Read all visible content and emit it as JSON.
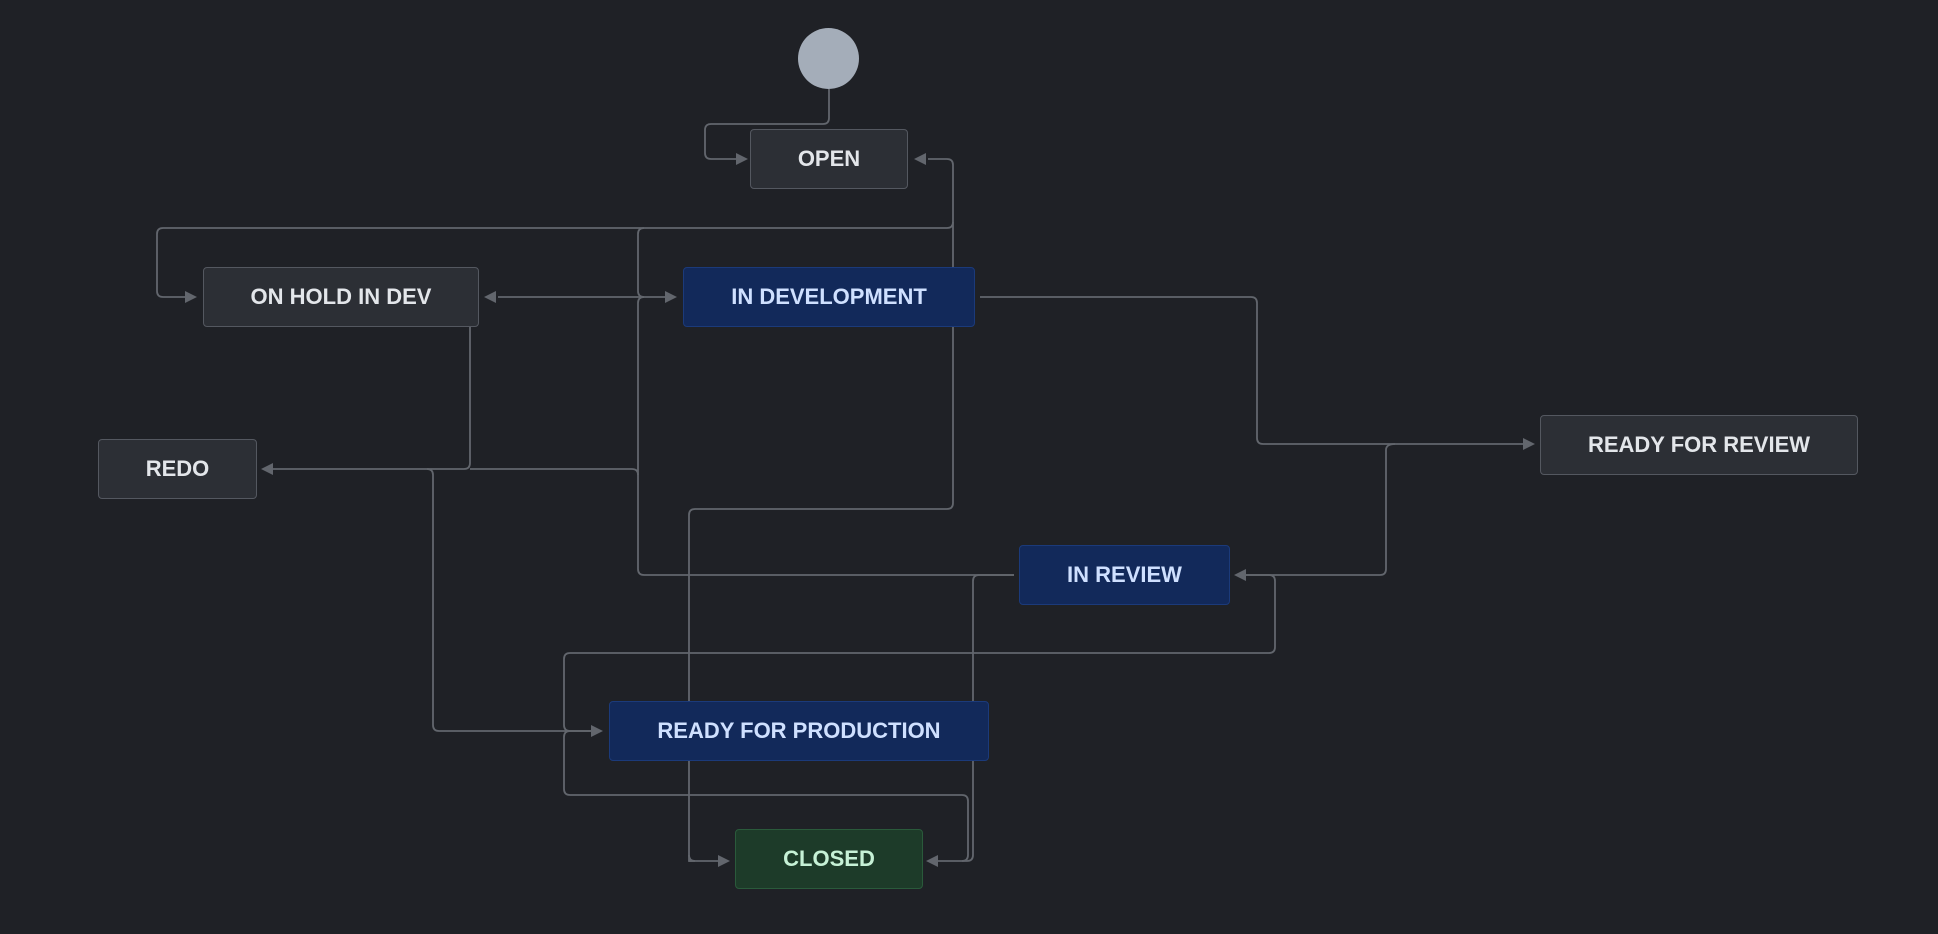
{
  "colors": {
    "background": "#1f2126",
    "edge": "#62666d",
    "start_node": "#a4adb9",
    "todo_fill": "#2c2f35",
    "inprogress_fill": "#12295a",
    "done_fill": "#1d3b29"
  },
  "workflow": {
    "start_node": "start-circle",
    "statuses": [
      {
        "id": "open",
        "label": "OPEN",
        "category": "todo"
      },
      {
        "id": "on_hold_in_dev",
        "label": "ON HOLD IN DEV",
        "category": "todo"
      },
      {
        "id": "in_development",
        "label": "IN DEVELOPMENT",
        "category": "inprogress"
      },
      {
        "id": "ready_for_review",
        "label": "READY FOR REVIEW",
        "category": "todo"
      },
      {
        "id": "redo",
        "label": "REDO",
        "category": "todo"
      },
      {
        "id": "in_review",
        "label": "IN REVIEW",
        "category": "inprogress"
      },
      {
        "id": "ready_for_production",
        "label": "READY FOR PRODUCTION",
        "category": "inprogress"
      },
      {
        "id": "closed",
        "label": "CLOSED",
        "category": "done"
      }
    ],
    "transitions": [
      {
        "from": "start",
        "to": "open"
      },
      {
        "from": "in_development",
        "to": "open"
      },
      {
        "from": "open",
        "to": "on_hold_in_dev"
      },
      {
        "from": "open",
        "to": "in_development"
      },
      {
        "from": "in_development",
        "to": "on_hold_in_dev"
      },
      {
        "from": "on_hold_in_dev",
        "to": "in_development"
      },
      {
        "from": "in_development",
        "to": "ready_for_review"
      },
      {
        "from": "on_hold_in_dev",
        "to": "redo"
      },
      {
        "from": "in_review",
        "to": "redo"
      },
      {
        "from": "redo",
        "to": "ready_for_production"
      },
      {
        "from": "ready_for_review",
        "to": "in_review"
      },
      {
        "from": "in_review",
        "to": "ready_for_production"
      },
      {
        "from": "in_review",
        "to": "closed"
      },
      {
        "from": "ready_for_production",
        "to": "closed"
      },
      {
        "from": "in_development",
        "to": "closed"
      }
    ]
  }
}
